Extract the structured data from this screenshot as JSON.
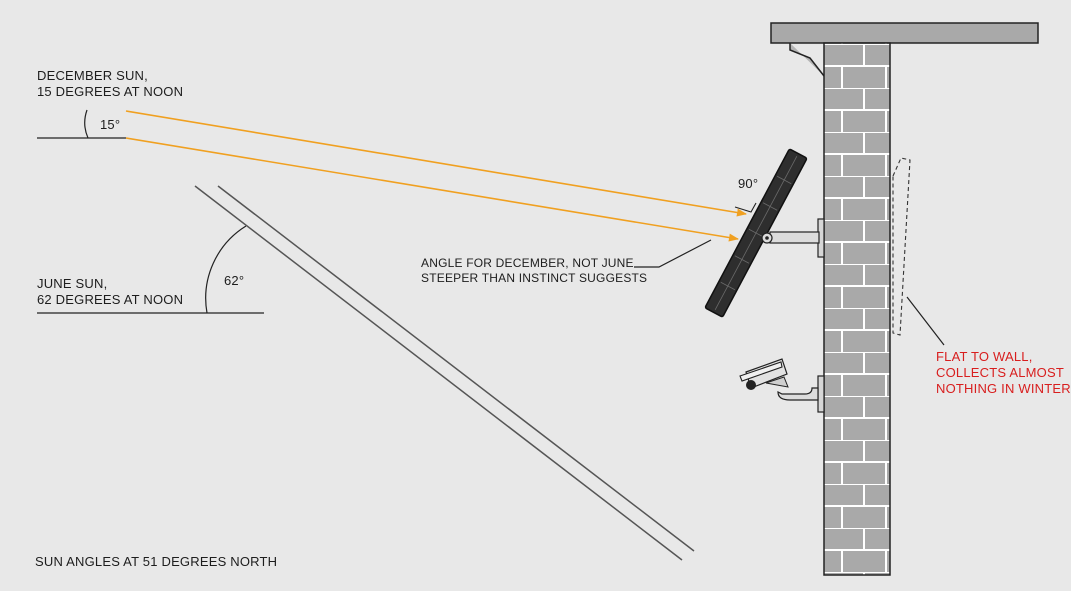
{
  "december": {
    "line1": "DECEMBER SUN,",
    "line2": "15 DEGREES AT NOON",
    "angle_label": "15°"
  },
  "june": {
    "line1": "JUNE SUN,",
    "line2": "62 DEGREES AT NOON",
    "angle_label": "62°"
  },
  "panel": {
    "angle_label": "90°",
    "note_line1": "ANGLE FOR DECEMBER, NOT JUNE",
    "note_line2": "STEEPER THAN INSTINCT SUGGESTS"
  },
  "flat": {
    "line1": "FLAT TO WALL,",
    "line2": "COLLECTS ALMOST",
    "line3": "NOTHING IN WINTER"
  },
  "caption": "SUN ANGLES AT 51 DEGREES NORTH",
  "colors": {
    "background": "#e8e8e8",
    "winter_ray": "#f0a020",
    "warning_text": "#d81e1e",
    "brick": "#a9a9a9",
    "panel": "#2e2e2e"
  }
}
